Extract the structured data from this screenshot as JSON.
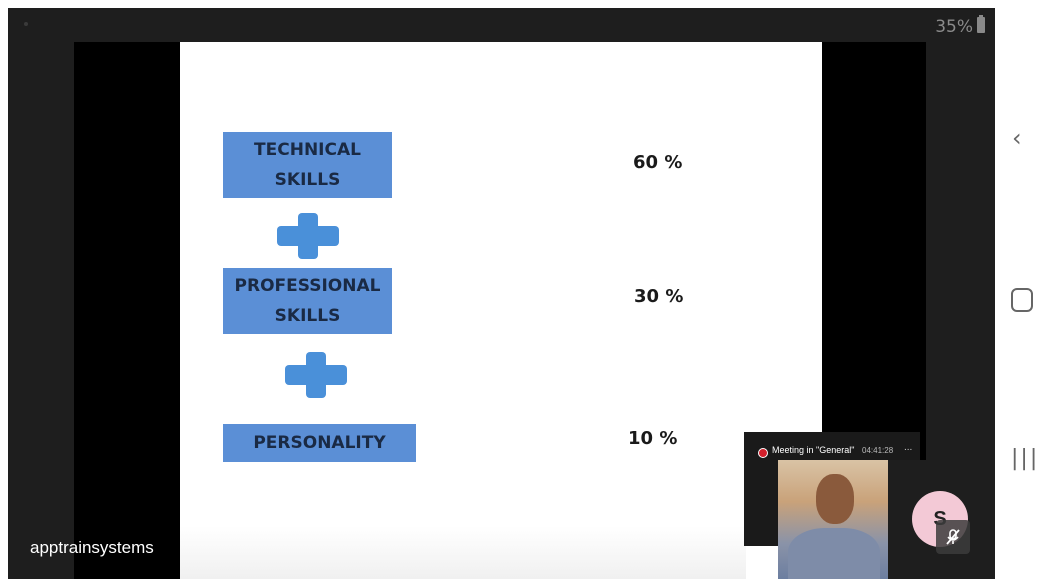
{
  "status_bar": {
    "battery": "35%"
  },
  "slide": {
    "boxes": [
      {
        "label_line1": "TECHNICAL",
        "label_line2": "SKILLS",
        "percent": "60 %"
      },
      {
        "label_line1": "PROFESSIONAL",
        "label_line2": "SKILLS",
        "percent": "30 %"
      },
      {
        "label_line1": "PERSONALITY",
        "label_line2": "",
        "percent": "10 %"
      }
    ],
    "box_color": "#5b8fd6",
    "plus_color": "#4a90d9"
  },
  "presenter_name": "apptrainsystems",
  "meeting": {
    "title": "Meeting in \"General\"",
    "time": "04:41:28",
    "more": "..."
  },
  "participant": {
    "initial": "S"
  },
  "icons": {
    "record": "record-dot-icon",
    "mic": "mic-off-icon",
    "back": "back-chevron-icon",
    "home": "home-icon",
    "recent": "recent-apps-icon"
  }
}
